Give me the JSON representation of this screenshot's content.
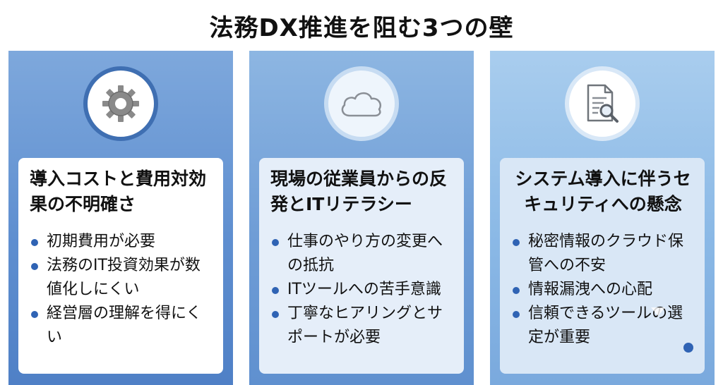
{
  "title": "法務DX推進を阻む3つの壁",
  "panels": [
    {
      "icon": "gear-icon",
      "title": "導入コストと費用対効果の不明確さ",
      "items": [
        "初期費用が必要",
        "法務のIT投資効果が数値化しにくい",
        "経営層の理解を得にくい"
      ]
    },
    {
      "icon": "cloud-icon",
      "title": "現場の従業員からの反発とITリテラシー",
      "items": [
        "仕事のやり方の変更への抵抗",
        "ITツールへの苦手意識",
        "丁寧なヒアリングとサポートが必要"
      ]
    },
    {
      "icon": "document-search-icon",
      "title": "システム導入に伴うセキュリティへの懸念",
      "items": [
        "秘密情報のクラウド保管への不安",
        "情報漏洩への心配",
        "信頼できるツールの選定が重要"
      ]
    }
  ],
  "colors": {
    "accent": "#2f63b4",
    "panel_1": "#5f8fd0",
    "panel_2": "#6f9dd6",
    "panel_3": "#8bb9e6"
  }
}
